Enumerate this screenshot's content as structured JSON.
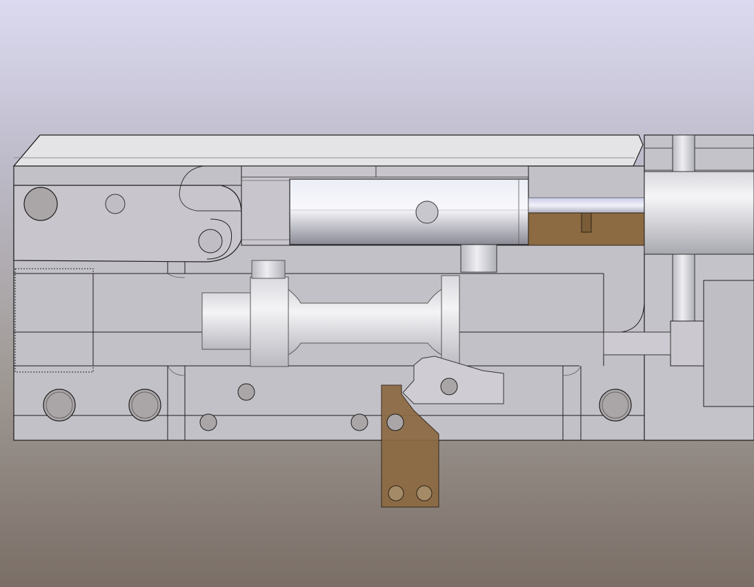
{
  "view": {
    "kind": "cad-assembly-section",
    "labels": []
  },
  "colors": {
    "background_top": "#dcdaf0",
    "background_bottom": "#7a6e66",
    "body_fill": "#c4c2c9",
    "body_stroke": "#1c1c1c",
    "top_plate_fill": "#e6e6e8",
    "piston_light": "#f2f2f6",
    "piston_dark": "#8e8e98",
    "bronze_part": "#8c6a42",
    "hole_fill": "#aaa5a6"
  },
  "parts": [
    {
      "name": "top-plate",
      "color": "top_plate_fill"
    },
    {
      "name": "lever-arm",
      "color": "body_fill"
    },
    {
      "name": "cylinder-piston",
      "color": "piston_light"
    },
    {
      "name": "spool-valve",
      "color": "piston_light"
    },
    {
      "name": "bronze-slider",
      "color": "bronze_part"
    },
    {
      "name": "bronze-pawl",
      "color": "bronze_part"
    },
    {
      "name": "right-housing",
      "color": "body_fill"
    }
  ]
}
